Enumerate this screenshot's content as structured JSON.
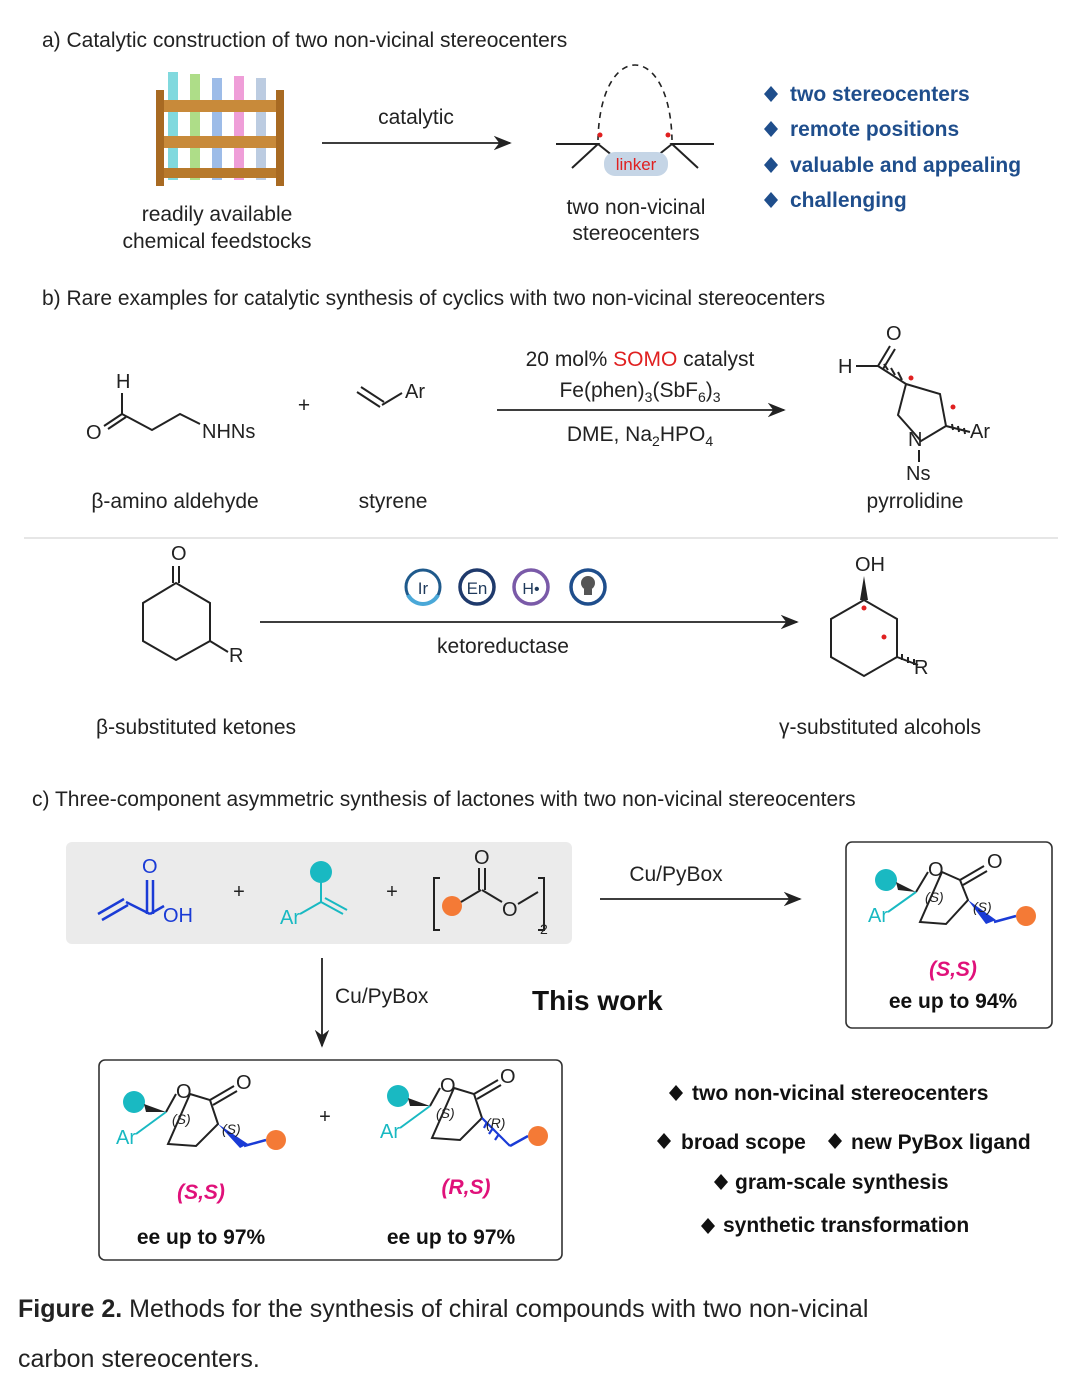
{
  "section_a": {
    "title": "a) Catalytic construction of two non-vicinal stereocenters",
    "feedstock_label_1": "readily available",
    "feedstock_label_2": "chemical feedstocks",
    "arrow_label": "catalytic",
    "linker": "linker",
    "product_label_1": "two non-vicinal",
    "product_label_2": "stereocenters",
    "bullets": [
      "two stereocenters",
      "remote positions",
      "valuable and appealing",
      "challenging"
    ]
  },
  "section_b": {
    "title": "b) Rare examples for catalytic synthesis of cyclics with two non-vicinal stereocenters",
    "r1": {
      "reagent1_label": "β-amino aldehyde",
      "reagent2_label": "styrene",
      "plus": "+",
      "cond_line1_prefix": "20 mol% ",
      "cond_line1_highlight": "SOMO",
      "cond_line1_suffix": " catalyst",
      "cond_line2": "Fe(phen)",
      "cond_line3": "DME, Na",
      "product_label": "pyrrolidine",
      "atoms": {
        "H": "H",
        "O": "O",
        "NHNs": "NHNs",
        "Ar": "Ar",
        "N": "N",
        "Ns": "Ns"
      }
    },
    "r2": {
      "reagent_label": "β-substituted ketones",
      "arrow_label": "ketoreductase",
      "icons": [
        "Ir",
        "En",
        "H•"
      ],
      "product_label": "γ-substituted alcohols",
      "atoms": {
        "O": "O",
        "R": "R",
        "OH": "OH"
      }
    }
  },
  "section_c": {
    "title": "c) Three-component asymmetric synthesis of lactones with two non-vicinal stereocenters",
    "reagent_atoms": {
      "O": "O",
      "OH": "OH",
      "Ar": "Ar",
      "sub2": "2"
    },
    "plus": "+",
    "arrow_right_label": "Cu/PyBox",
    "arrow_down_label": "Cu/PyBox",
    "this_work": "This work",
    "prior": {
      "config": "(S,S)",
      "ee": "ee up to 94%"
    },
    "new_products": [
      {
        "config": "(S,S)",
        "ee": "ee up to 97%"
      },
      {
        "config": "(R,S)",
        "ee": "ee up to 97%"
      }
    ],
    "stereo_labels": {
      "S": "(S)",
      "R": "(R)"
    },
    "features": [
      "two non-vicinal stereocenters",
      "broad scope",
      "new PyBox ligand",
      "gram-scale synthesis",
      "synthetic transformation"
    ]
  },
  "caption": {
    "label": "Figure 2.",
    "text_line1": " Methods for the synthesis of chiral compounds with two non-vicinal",
    "text_line2": "carbon stereocenters."
  },
  "colors": {
    "bullet_blue": "#1f4e8c",
    "highlight_red": "#e02020",
    "config_pink": "#e0117a",
    "cyan": "#19b9c2",
    "orange": "#f47a36",
    "bond_blue": "#1a3bd6"
  }
}
